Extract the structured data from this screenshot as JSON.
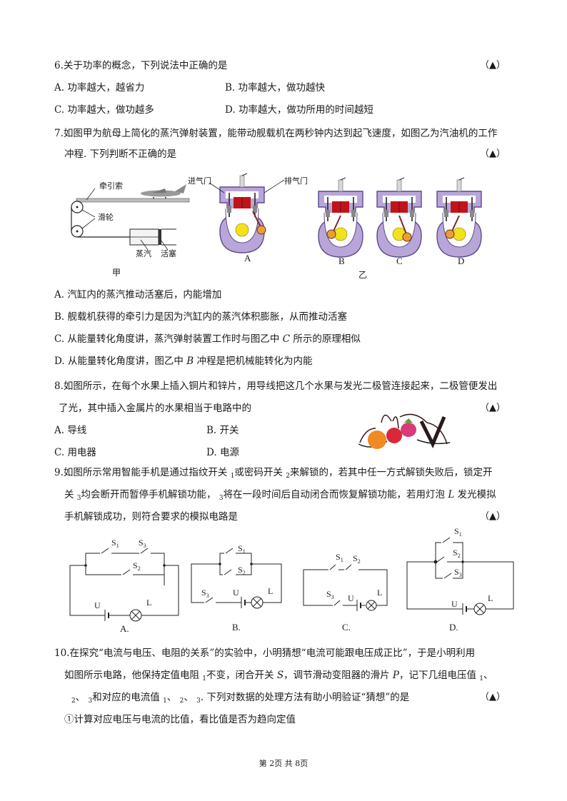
{
  "page": {
    "footer": "第 2页 共 8页",
    "answer_marker": "（▲）"
  },
  "questions": [
    {
      "number": "6.",
      "stem_lines": [
        "关于功率的概念，下列说法中正确的是"
      ],
      "options": [
        {
          "key": "A.",
          "text": "功率越大，越省力"
        },
        {
          "key": "B.",
          "text": "功率越大，做功越快"
        },
        {
          "key": "C.",
          "text": "功率越大，做功越多"
        },
        {
          "key": "D.",
          "text": "功率越大，做功所用的时间越短"
        }
      ]
    },
    {
      "number": "7.",
      "stem_lines": [
        "如图甲为航母上简化的蒸汽弹射装置，能带动舰载机在两秒钟内达到起飞速度，如图乙为汽油机的工作",
        "冲程. 下列判断不正确的是"
      ],
      "figure_jia": {
        "labels": {
          "tow_cable": "牵引索",
          "pulley": "滑轮",
          "steam": "蒸汽",
          "piston": "活塞"
        },
        "caption": "甲"
      },
      "figure_yi": {
        "labels": {
          "intake_valve": "进气门",
          "exhaust_valve": "排气门"
        },
        "strokes": [
          "A",
          "B",
          "C",
          "D"
        ],
        "caption": "乙"
      },
      "options": [
        {
          "key": "A.",
          "text": "汽缸内的蒸汽推动活塞后，内能增加"
        },
        {
          "key": "B.",
          "text": "舰载机获得的牵引力是因为汽缸内的蒸汽体积膨胀，从而推动活塞"
        },
        {
          "key": "C.",
          "text_before": "从能量转化角度讲，蒸汽弹射装置工作时与图乙中 ",
          "italic": "C",
          "text_after": " 所示的原理相似"
        },
        {
          "key": "D.",
          "text_before": "从能量转化角度讲，图乙中 ",
          "italic": "B",
          "text_after": " 冲程是把机械能转化为内能"
        }
      ]
    },
    {
      "number": "8.",
      "stem_lines": [
        "如图所示，在每个水果上插入铜片和锌片，用导线把这几个水果与发光二极管连接起来，二极管便发出",
        "了光，其中插入金属片的水果相当于电路中的"
      ],
      "options": [
        {
          "key": "A.",
          "text": "导线"
        },
        {
          "key": "B.",
          "text": "开关"
        },
        {
          "key": "C.",
          "text": "用电器"
        },
        {
          "key": "D.",
          "text": "电源"
        }
      ]
    },
    {
      "number": "9.",
      "stem_lines": [
        [
          "如图所示常用智能手机是通过指纹开关 ",
          "1",
          "或密码开关 ",
          "2",
          "来解锁的，若其中任一方式解锁失败后，锁定开"
        ],
        [
          "关 ",
          "3",
          "均会断开而暂停手机解锁功能， ",
          "3",
          "将在一段时间后自动闭合而恢复解锁功能，若用灯泡 ",
          "L",
          " 发光模拟"
        ],
        "手机解锁成功，则符合要求的模拟电路是"
      ],
      "circuits": [
        {
          "key": "A.",
          "switches": [
            "S1",
            "S3",
            "S2"
          ],
          "source": "U",
          "lamp": "L"
        },
        {
          "key": "B.",
          "switches": [
            "S1",
            "S2",
            "S3"
          ],
          "source": "U",
          "lamp": "L"
        },
        {
          "key": "C.",
          "switches": [
            "S1",
            "S2",
            "S3"
          ],
          "source": "U",
          "lamp": "L"
        },
        {
          "key": "D.",
          "switches": [
            "S1",
            "S2",
            "S3"
          ],
          "source": "U",
          "lamp": "L"
        }
      ]
    },
    {
      "number": "10.",
      "stem_lines": [
        "在探究“电流与电压、电阻的关系”的实验中，小明猜想“电流可能跟电压成正比”，于是小明利用",
        [
          "如图所示电路，他保持定值电阻 ",
          "1",
          "不变，闭合开关 ",
          "S",
          "，调节滑动变阻器的滑片 ",
          "P",
          "，记下几组电压值 ",
          "1",
          "、"
        ],
        [
          "2",
          "、 ",
          "3",
          "和对应的电流值 ",
          "1",
          "、 ",
          "2",
          "、 ",
          "3",
          ". 下列对数据的处理方法有助小明验证“猜想”的是"
        ]
      ],
      "options": [
        {
          "key": "①",
          "text": "计算对应电压与电流的比值，看比值是否为趋向定值"
        }
      ]
    }
  ]
}
